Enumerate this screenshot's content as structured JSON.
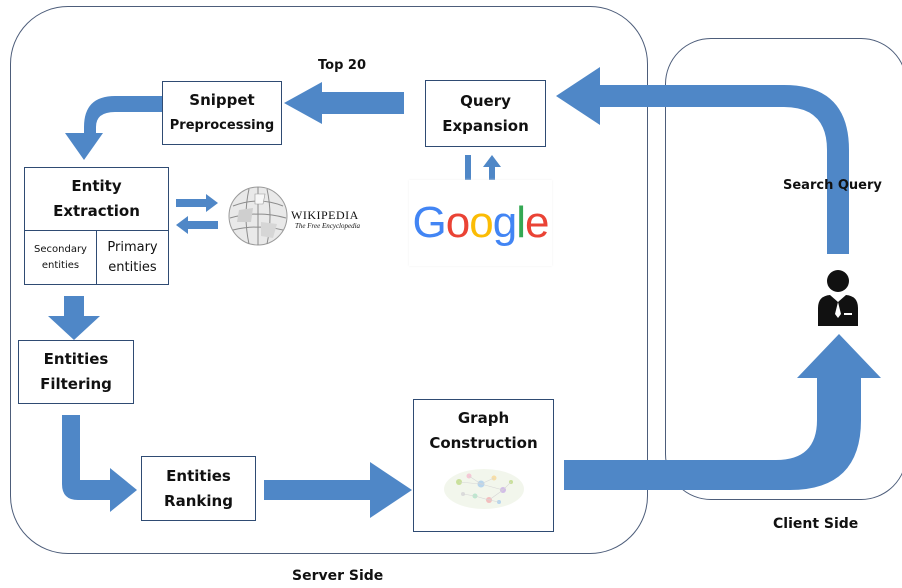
{
  "regions": {
    "server_label": "Server Side",
    "client_label": "Client Side"
  },
  "boxes": {
    "snippet": [
      "Snippet",
      "Preprocessing"
    ],
    "query": [
      "Query",
      "Expansion"
    ],
    "entity": [
      "Entity",
      "Extraction"
    ],
    "secondary": [
      "Secondary",
      "entities"
    ],
    "primary": [
      "Primary",
      "entities"
    ],
    "filtering": [
      "Entities",
      "Filtering"
    ],
    "ranking": [
      "Entities",
      "Ranking"
    ],
    "graph": [
      "Graph",
      "Construction"
    ]
  },
  "labels": {
    "top20": "Top 20",
    "search_query": "Search Query"
  },
  "logos": {
    "google": [
      "G",
      "o",
      "o",
      "g",
      "l",
      "e"
    ],
    "wikipedia": [
      "WIKIPEDIA",
      "The Free Encyclopedia"
    ]
  },
  "colors": {
    "arrow": "#4f87c7",
    "google": [
      "#4285F4",
      "#EA4335",
      "#FBBC05",
      "#4285F4",
      "#34A853",
      "#EA4335"
    ]
  },
  "icons": [
    "user-icon",
    "wikipedia-globe-icon",
    "graph-thumbnail"
  ]
}
